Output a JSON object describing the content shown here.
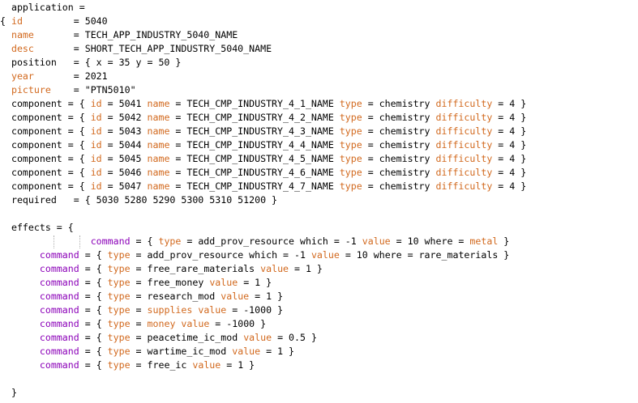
{
  "colors": {
    "background": "#ffffff",
    "plain_text": "#000000",
    "keyword": "#d2691e",
    "command": "#8b00b8",
    "indent_guide": "#b0b0b0"
  },
  "lines": [
    [
      [
        "p",
        "  application ="
      ]
    ],
    [
      [
        "p",
        "{ "
      ],
      [
        "k",
        "id"
      ],
      [
        "p",
        "         = 5040"
      ]
    ],
    [
      [
        "p",
        "  "
      ],
      [
        "k",
        "name"
      ],
      [
        "p",
        "       = TECH_APP_INDUSTRY_5040_NAME"
      ]
    ],
    [
      [
        "p",
        "  "
      ],
      [
        "k",
        "desc"
      ],
      [
        "p",
        "       = SHORT_TECH_APP_INDUSTRY_5040_NAME"
      ]
    ],
    [
      [
        "p",
        "  position   = { x = 35 y = 50 }"
      ]
    ],
    [
      [
        "p",
        "  "
      ],
      [
        "k",
        "year"
      ],
      [
        "p",
        "       = 2021"
      ]
    ],
    [
      [
        "p",
        "  "
      ],
      [
        "k",
        "picture"
      ],
      [
        "p",
        "    = \"PTN5010\""
      ]
    ],
    [
      [
        "p",
        "  component = { "
      ],
      [
        "k",
        "id"
      ],
      [
        "p",
        " = 5041 "
      ],
      [
        "k",
        "name"
      ],
      [
        "p",
        " = TECH_CMP_INDUSTRY_4_1_NAME "
      ],
      [
        "k",
        "type"
      ],
      [
        "p",
        " = chemistry "
      ],
      [
        "k",
        "difficulty"
      ],
      [
        "p",
        " = 4 }"
      ]
    ],
    [
      [
        "p",
        "  component = { "
      ],
      [
        "k",
        "id"
      ],
      [
        "p",
        " = 5042 "
      ],
      [
        "k",
        "name"
      ],
      [
        "p",
        " = TECH_CMP_INDUSTRY_4_2_NAME "
      ],
      [
        "k",
        "type"
      ],
      [
        "p",
        " = chemistry "
      ],
      [
        "k",
        "difficulty"
      ],
      [
        "p",
        " = 4 }"
      ]
    ],
    [
      [
        "p",
        "  component = { "
      ],
      [
        "k",
        "id"
      ],
      [
        "p",
        " = 5043 "
      ],
      [
        "k",
        "name"
      ],
      [
        "p",
        " = TECH_CMP_INDUSTRY_4_3_NAME "
      ],
      [
        "k",
        "type"
      ],
      [
        "p",
        " = chemistry "
      ],
      [
        "k",
        "difficulty"
      ],
      [
        "p",
        " = 4 }"
      ]
    ],
    [
      [
        "p",
        "  component = { "
      ],
      [
        "k",
        "id"
      ],
      [
        "p",
        " = 5044 "
      ],
      [
        "k",
        "name"
      ],
      [
        "p",
        " = TECH_CMP_INDUSTRY_4_4_NAME "
      ],
      [
        "k",
        "type"
      ],
      [
        "p",
        " = chemistry "
      ],
      [
        "k",
        "difficulty"
      ],
      [
        "p",
        " = 4 }"
      ]
    ],
    [
      [
        "p",
        "  component = { "
      ],
      [
        "k",
        "id"
      ],
      [
        "p",
        " = 5045 "
      ],
      [
        "k",
        "name"
      ],
      [
        "p",
        " = TECH_CMP_INDUSTRY_4_5_NAME "
      ],
      [
        "k",
        "type"
      ],
      [
        "p",
        " = chemistry "
      ],
      [
        "k",
        "difficulty"
      ],
      [
        "p",
        " = 4 }"
      ]
    ],
    [
      [
        "p",
        "  component = { "
      ],
      [
        "k",
        "id"
      ],
      [
        "p",
        " = 5046 "
      ],
      [
        "k",
        "name"
      ],
      [
        "p",
        " = TECH_CMP_INDUSTRY_4_6_NAME "
      ],
      [
        "k",
        "type"
      ],
      [
        "p",
        " = chemistry "
      ],
      [
        "k",
        "difficulty"
      ],
      [
        "p",
        " = 4 }"
      ]
    ],
    [
      [
        "p",
        "  component = { "
      ],
      [
        "k",
        "id"
      ],
      [
        "p",
        " = 5047 "
      ],
      [
        "k",
        "name"
      ],
      [
        "p",
        " = TECH_CMP_INDUSTRY_4_7_NAME "
      ],
      [
        "k",
        "type"
      ],
      [
        "p",
        " = chemistry "
      ],
      [
        "k",
        "difficulty"
      ],
      [
        "p",
        " = 4 }"
      ]
    ],
    [
      [
        "p",
        "  required   = { 5030 5280 5290 5300 5310 51200 }"
      ]
    ],
    [],
    [
      [
        "p",
        "  effects = {"
      ]
    ],
    [
      [
        "p",
        "                "
      ],
      [
        "c",
        "command"
      ],
      [
        "p",
        " = { "
      ],
      [
        "k",
        "type"
      ],
      [
        "p",
        " = add_prov_resource which = -1 "
      ],
      [
        "k",
        "value"
      ],
      [
        "p",
        " = 10 where = "
      ],
      [
        "k",
        "metal"
      ],
      [
        "p",
        " }"
      ]
    ],
    [
      [
        "p",
        "       "
      ],
      [
        "c",
        "command"
      ],
      [
        "p",
        " = { "
      ],
      [
        "k",
        "type"
      ],
      [
        "p",
        " = add_prov_resource which = -1 "
      ],
      [
        "k",
        "value"
      ],
      [
        "p",
        " = 10 where = rare_materials }"
      ]
    ],
    [
      [
        "p",
        "       "
      ],
      [
        "c",
        "command"
      ],
      [
        "p",
        " = { "
      ],
      [
        "k",
        "type"
      ],
      [
        "p",
        " = free_rare_materials "
      ],
      [
        "k",
        "value"
      ],
      [
        "p",
        " = 1 }"
      ]
    ],
    [
      [
        "p",
        "       "
      ],
      [
        "c",
        "command"
      ],
      [
        "p",
        " = { "
      ],
      [
        "k",
        "type"
      ],
      [
        "p",
        " = free_money "
      ],
      [
        "k",
        "value"
      ],
      [
        "p",
        " = 1 }"
      ]
    ],
    [
      [
        "p",
        "       "
      ],
      [
        "c",
        "command"
      ],
      [
        "p",
        " = { "
      ],
      [
        "k",
        "type"
      ],
      [
        "p",
        " = research_mod "
      ],
      [
        "k",
        "value"
      ],
      [
        "p",
        " = 1 }"
      ]
    ],
    [
      [
        "p",
        "       "
      ],
      [
        "c",
        "command"
      ],
      [
        "p",
        " = { "
      ],
      [
        "k",
        "type"
      ],
      [
        "p",
        " = "
      ],
      [
        "k",
        "supplies value"
      ],
      [
        "p",
        " = -1000 }"
      ]
    ],
    [
      [
        "p",
        "       "
      ],
      [
        "c",
        "command"
      ],
      [
        "p",
        " = { "
      ],
      [
        "k",
        "type"
      ],
      [
        "p",
        " = "
      ],
      [
        "k",
        "money value"
      ],
      [
        "p",
        " = -1000 }"
      ]
    ],
    [
      [
        "p",
        "       "
      ],
      [
        "c",
        "command"
      ],
      [
        "p",
        " = { "
      ],
      [
        "k",
        "type"
      ],
      [
        "p",
        " = peacetime_ic_mod "
      ],
      [
        "k",
        "value"
      ],
      [
        "p",
        " = 0.5 }"
      ]
    ],
    [
      [
        "p",
        "       "
      ],
      [
        "c",
        "command"
      ],
      [
        "p",
        " = { "
      ],
      [
        "k",
        "type"
      ],
      [
        "p",
        " = wartime_ic_mod "
      ],
      [
        "k",
        "value"
      ],
      [
        "p",
        " = 1 }"
      ]
    ],
    [
      [
        "p",
        "       "
      ],
      [
        "c",
        "command"
      ],
      [
        "p",
        " = { "
      ],
      [
        "k",
        "type"
      ],
      [
        "p",
        " = free_ic "
      ],
      [
        "k",
        "value"
      ],
      [
        "p",
        " = 1 }"
      ]
    ],
    [],
    [
      [
        "p",
        "  }"
      ]
    ]
  ]
}
